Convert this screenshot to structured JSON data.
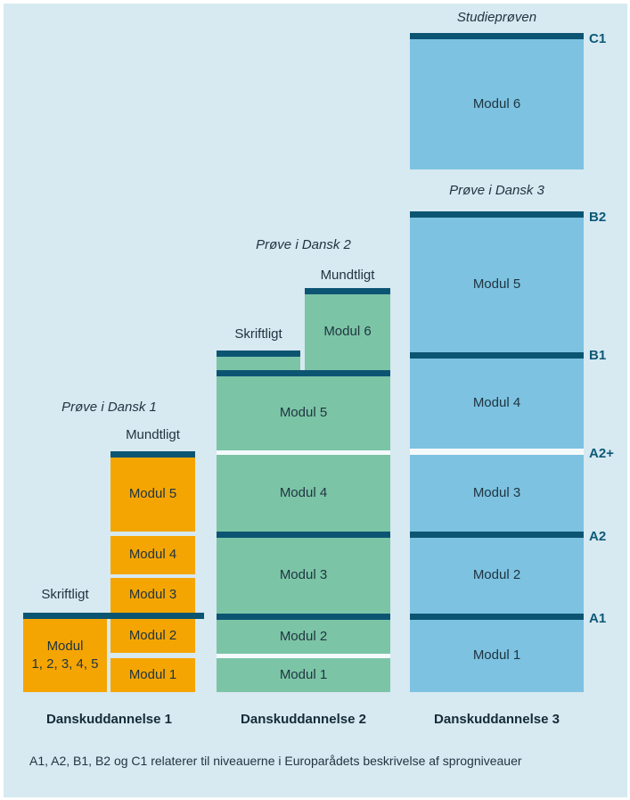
{
  "exams": {
    "studieproeven": "Studieprøven",
    "proeve3": "Prøve i Dansk 3",
    "proeve2": "Prøve i Dansk 2",
    "proeve1": "Prøve i Dansk 1"
  },
  "levels": {
    "c1": "C1",
    "b2": "B2",
    "b1": "B1",
    "a2plus": "A2+",
    "a2": "A2",
    "a1": "A1"
  },
  "columns": {
    "du1": {
      "title": "Danskuddannelse 1",
      "oral": "Mundtligt",
      "written": "Skriftligt",
      "modul5": "Modul 5",
      "modul4": "Modul 4",
      "modul3": "Modul 3",
      "modul2": "Modul 2",
      "modul1": "Modul 1",
      "combined_line1": "Modul",
      "combined_line2": "1, 2, 3, 4, 5"
    },
    "du2": {
      "title": "Danskuddannelse 2",
      "oral": "Mundtligt",
      "written": "Skriftligt",
      "modul6": "Modul 6",
      "modul5": "Modul 5",
      "modul4": "Modul 4",
      "modul3": "Modul 3",
      "modul2": "Modul 2",
      "modul1": "Modul 1"
    },
    "du3": {
      "title": "Danskuddannelse 3",
      "modul6": "Modul 6",
      "modul5": "Modul 5",
      "modul4": "Modul 4",
      "modul3": "Modul 3",
      "modul2": "Modul 2",
      "modul1": "Modul 1"
    }
  },
  "footnote": {
    "text": "A1, A2, B1, B2 og C1 relaterer til niveauerne i Europarådets beskrivelse af sprogniveauer"
  },
  "colors": {
    "orange": "#f5a502",
    "green": "#7cc4a6",
    "blue": "#7dc2e1",
    "bar": "#0c5572",
    "background": "#d7e9f1",
    "gap": "#f4fafc",
    "level_label": "#0c5978"
  }
}
